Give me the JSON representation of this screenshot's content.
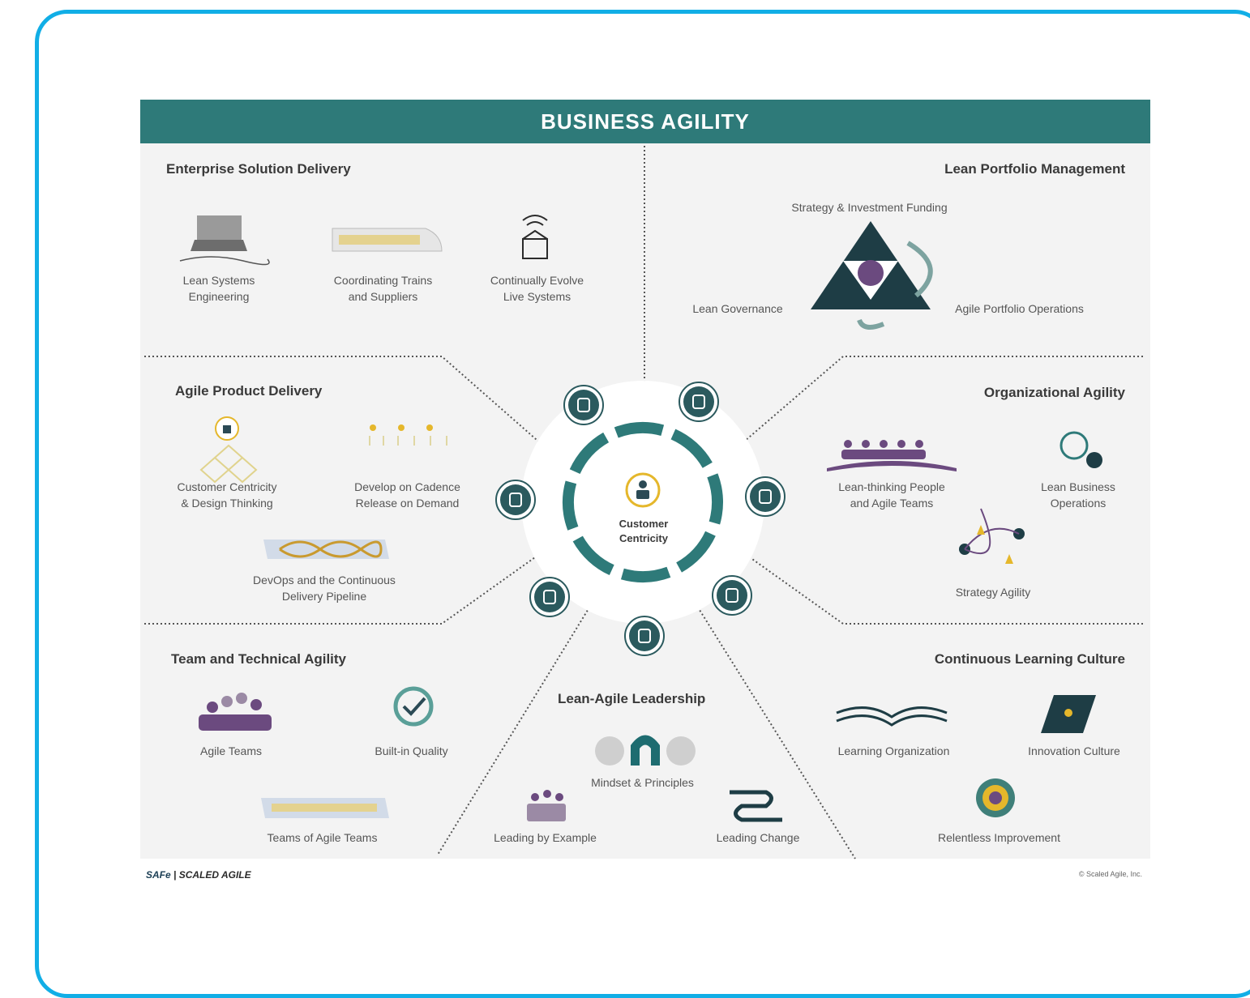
{
  "header": {
    "title": "BUSINESS AGILITY"
  },
  "colors": {
    "frame": "#11aee6",
    "header": "#2e7a79",
    "ring": "#2e7a79",
    "dark": "#1e3d45",
    "purple": "#6b4a7f"
  },
  "center": {
    "line1": "Customer",
    "line2": "Centricity"
  },
  "sections": {
    "esd": {
      "title": "Enterprise Solution Delivery",
      "items": [
        {
          "l1": "Lean Systems",
          "l2": "Engineering"
        },
        {
          "l1": "Coordinating Trains",
          "l2": "and Suppliers"
        },
        {
          "l1": "Continually Evolve",
          "l2": "Live Systems"
        }
      ]
    },
    "lpm": {
      "title": "Lean Portfolio Management",
      "items": [
        "Strategy & Investment Funding",
        "Lean Governance",
        "Agile Portfolio Operations"
      ]
    },
    "apd": {
      "title": "Agile Product Delivery",
      "items": [
        {
          "l1": "Customer Centricity",
          "l2": "& Design Thinking"
        },
        {
          "l1": "Develop on Cadence",
          "l2": "Release on Demand"
        },
        {
          "l1": "DevOps and the Continuous",
          "l2": "Delivery Pipeline"
        }
      ]
    },
    "oa": {
      "title": "Organizational Agility",
      "items": [
        {
          "l1": "Lean-thinking People",
          "l2": "and Agile Teams"
        },
        {
          "l1": "Lean Business",
          "l2": "Operations"
        },
        {
          "l1": "Strategy Agility",
          "l2": ""
        }
      ]
    },
    "tta": {
      "title": "Team and Technical Agility",
      "items": [
        "Agile Teams",
        "Built-in Quality",
        "Teams of Agile Teams"
      ]
    },
    "lal": {
      "title": "Lean-Agile Leadership",
      "items": [
        "Mindset & Principles",
        "Leading by Example",
        "Leading Change"
      ]
    },
    "clc": {
      "title": "Continuous Learning Culture",
      "items": [
        "Learning Organization",
        "Innovation Culture",
        "Relentless Improvement"
      ]
    }
  },
  "footer": {
    "brand": "SAFe",
    "company": "SCALED AGILE",
    "copyright": "© Scaled Agile, Inc."
  }
}
